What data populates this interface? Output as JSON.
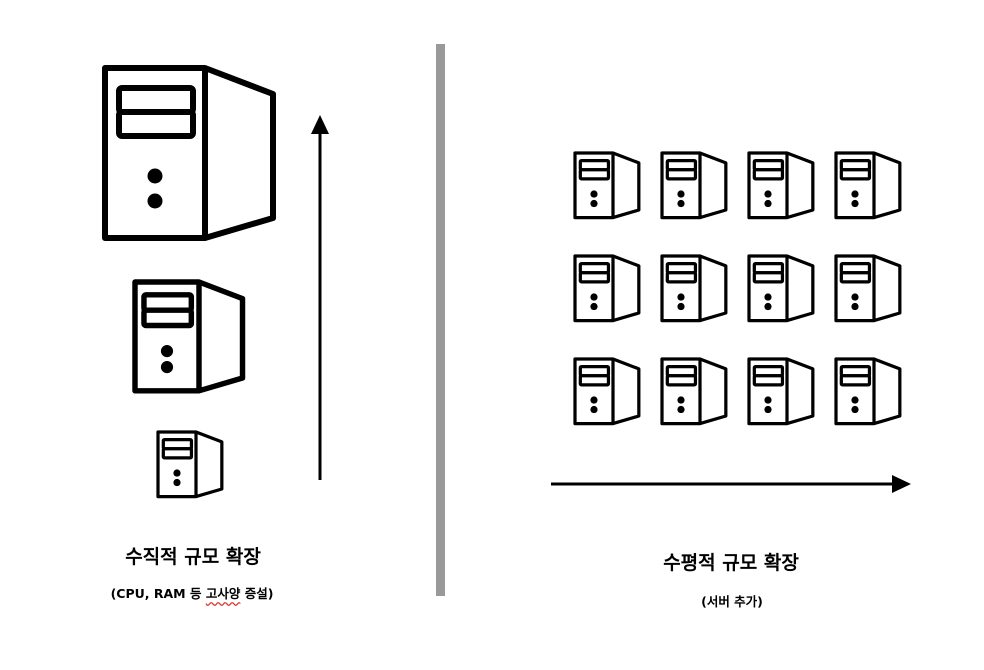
{
  "vertical": {
    "title": "수직적 규모 확장",
    "subtitle_pre": "(CPU, RAM 등 ",
    "subtitle_mark": "고사양",
    "subtitle_post": " 증설)"
  },
  "horizontal": {
    "title": "수평적 규모 확장",
    "subtitle": "(서버 추가)"
  },
  "colors": {
    "stroke": "#000000",
    "divider": "#999999",
    "spellcheck": "#dd3333"
  },
  "icons": {
    "server": "server-tower-icon",
    "arrow": "arrow-icon"
  }
}
